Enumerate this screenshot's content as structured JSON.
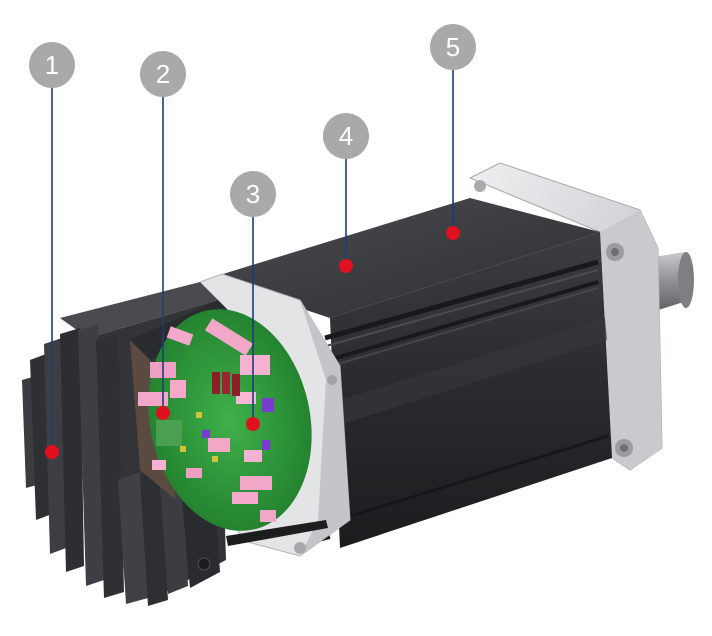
{
  "figure": {
    "background": "#ffffff",
    "colors": {
      "callout_fill": "#a9a9a9",
      "callout_text": "#ffffff",
      "leader_line": "#1d3c7a",
      "marker_dot": "#e0101f",
      "motor_body": "#2b2d30",
      "flange": "#d9dadc",
      "pcb": "#2e9a3a",
      "components": "#f2a6c8",
      "heatsink": "#3a3b3d"
    },
    "callouts": [
      {
        "label": "1"
      },
      {
        "label": "2"
      },
      {
        "label": "3"
      },
      {
        "label": "4"
      },
      {
        "label": "5"
      }
    ]
  }
}
